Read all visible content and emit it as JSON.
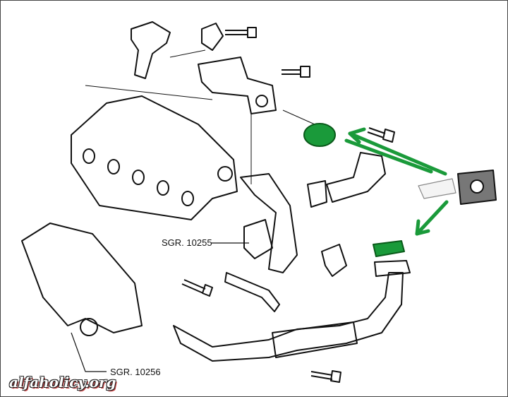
{
  "labels": {
    "part_a": "SGR. 10255",
    "part_b": "SGR. 10256"
  },
  "watermark": "alfaholicy.org",
  "colors": {
    "highlight": "#1a9a3a",
    "line": "#111111",
    "frame": "#444444"
  }
}
